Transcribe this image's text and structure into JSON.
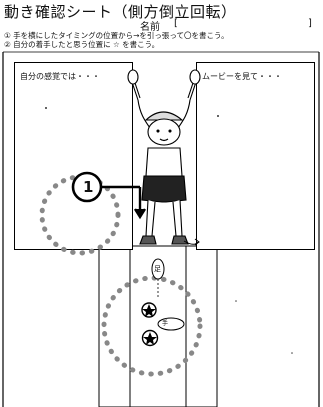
{
  "header": {
    "title": "動き確認シート（側方倒立回転）",
    "name_label": "名前",
    "name_open": "[",
    "name_close": "]"
  },
  "instructions": {
    "line1": "① 手を横にしたタイミングの位置から→を引っ張って〇を書こう。",
    "line2": "② 自分の着手したと思う位置に ☆ を書こう。"
  },
  "panels": {
    "left_label": "自分の感覚では・・・",
    "right_label": "ムービーを見て・・・"
  },
  "diagram": {
    "circle_number": "1",
    "foot_label": "足",
    "hand_label": "手"
  }
}
